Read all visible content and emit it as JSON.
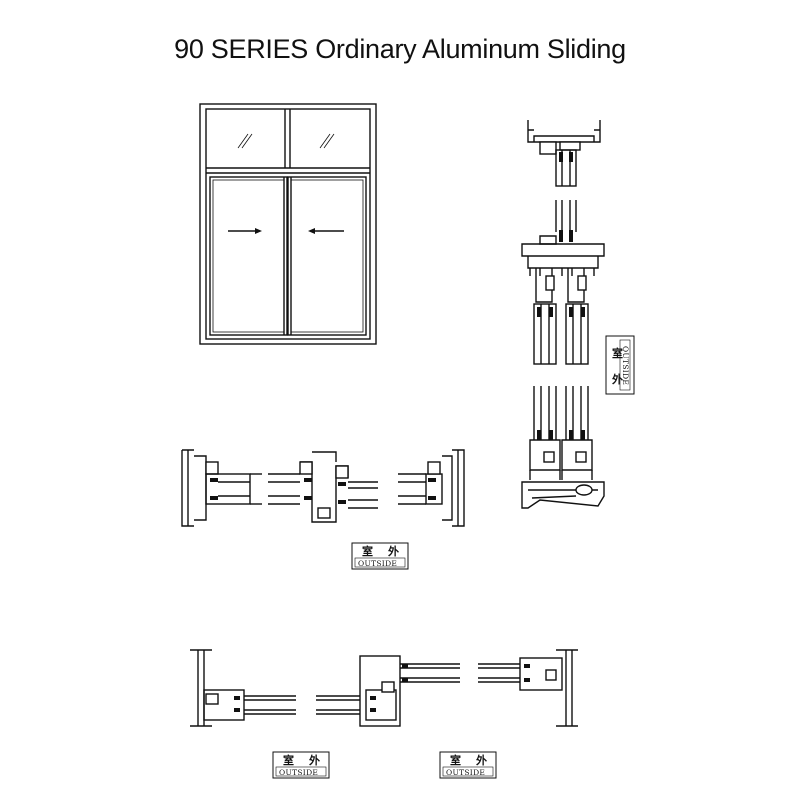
{
  "title": "90 SERIES Ordinary Aluminum Sliding",
  "label": {
    "zh_1": "室",
    "zh_2": "外",
    "en": "OUTSIDE"
  },
  "colors": {
    "line": "#111111",
    "background": "#ffffff"
  },
  "icons": {
    "sash_left_arrow": "arrow-right-icon",
    "sash_right_arrow": "arrow-left-icon"
  }
}
